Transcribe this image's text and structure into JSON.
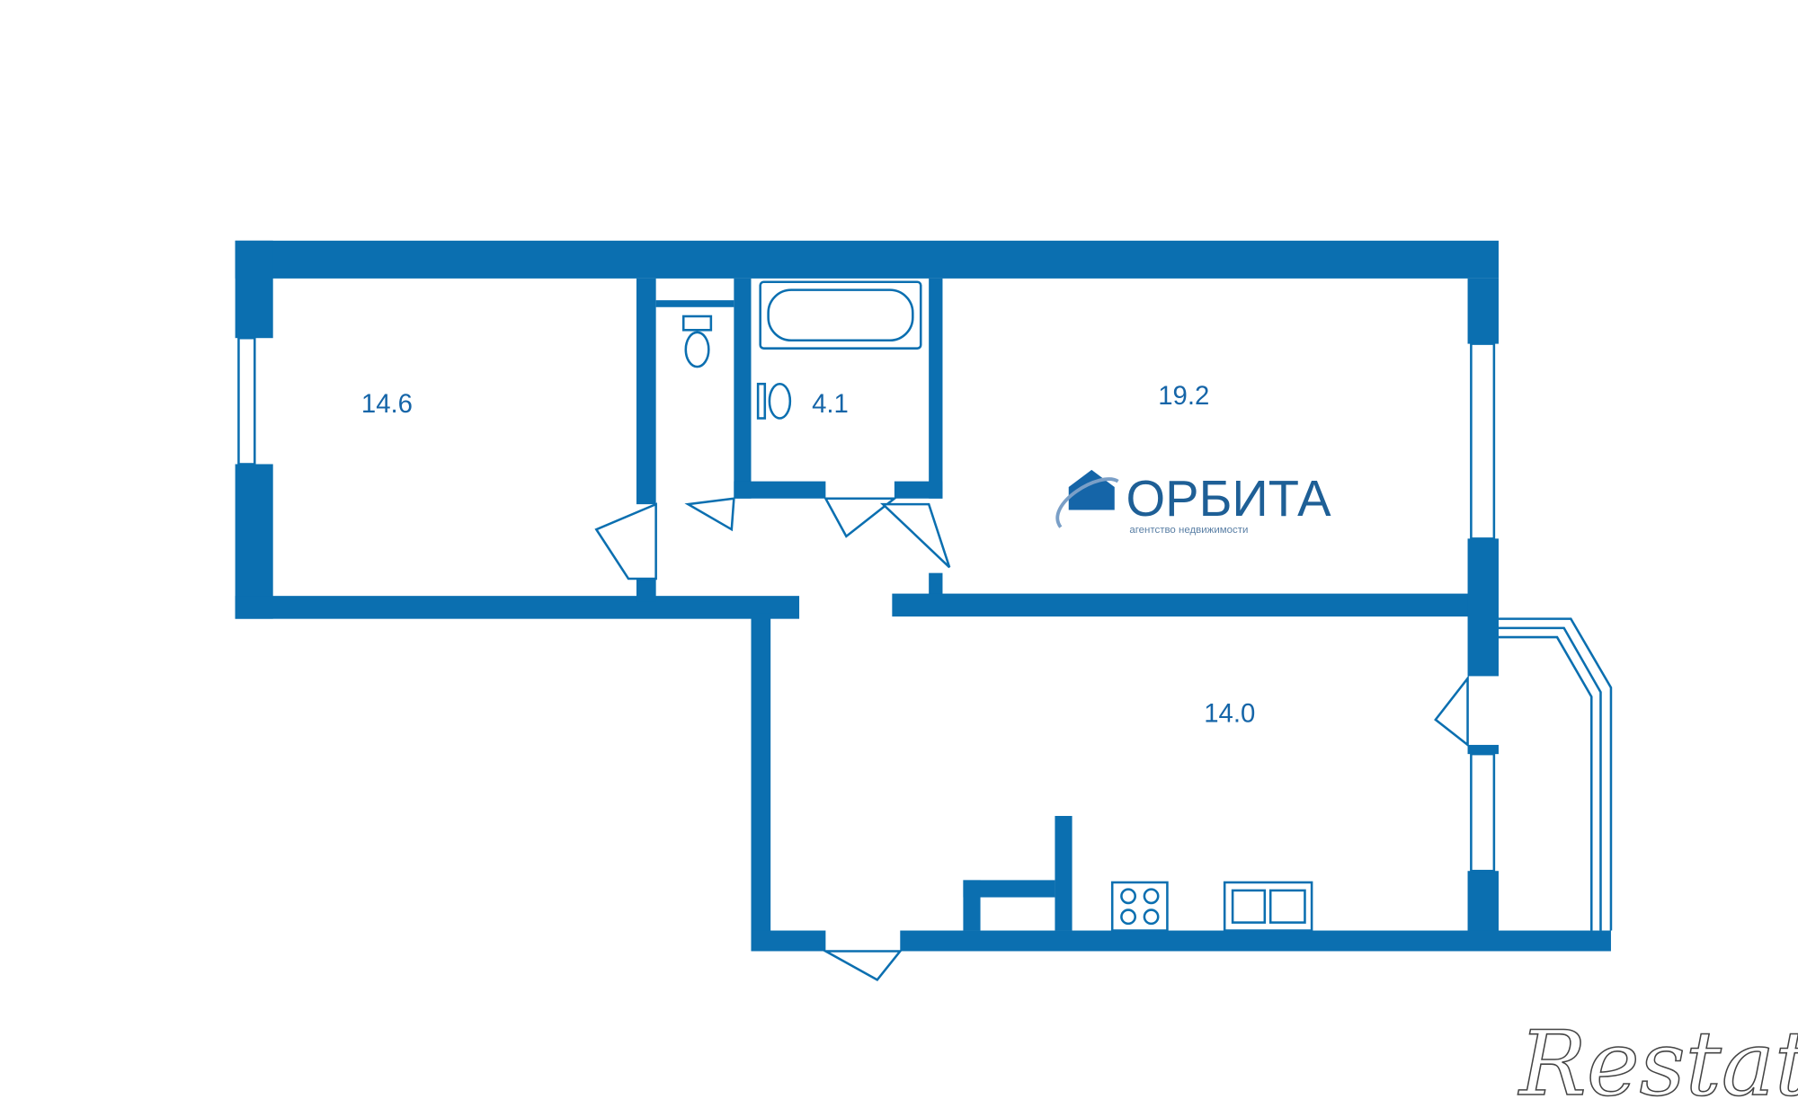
{
  "floor_plan": {
    "rooms": [
      {
        "name": "room-left",
        "area": "14.6"
      },
      {
        "name": "bathroom",
        "area": "4.1"
      },
      {
        "name": "room-right",
        "area": "19.2"
      },
      {
        "name": "kitchen",
        "area": "14.0"
      }
    ],
    "wall_color": "#0b6fb0"
  },
  "logo": {
    "title": "ОРБИТА",
    "subtitle": "агентство недвижимости"
  },
  "watermark": {
    "text": "Restate"
  }
}
